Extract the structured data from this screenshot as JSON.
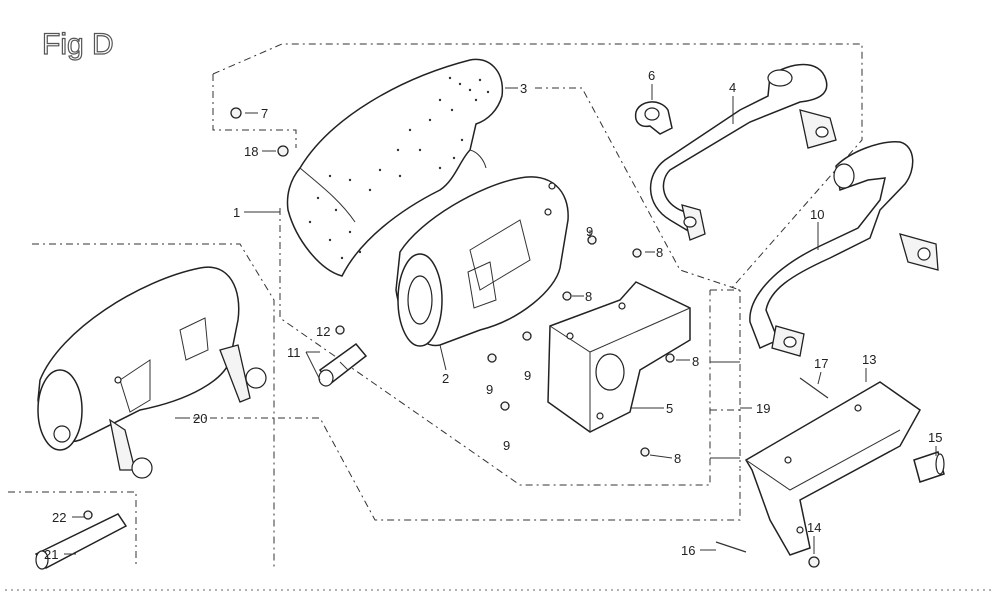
{
  "figure": {
    "title": "Fig D"
  },
  "labels": {
    "p1": "1",
    "p2": "2",
    "p3": "3",
    "p4": "4",
    "p5": "5",
    "p6": "6",
    "p7": "7",
    "p8a": "8",
    "p8b": "8",
    "p8c": "8",
    "p8d": "8",
    "p9a": "9",
    "p9b": "9",
    "p9c": "9",
    "p9d": "9",
    "p10": "10",
    "p11": "11",
    "p12": "12",
    "p13": "13",
    "p14": "14",
    "p15": "15",
    "p16": "16",
    "p17": "17",
    "p18": "18",
    "p19": "19",
    "p20": "20",
    "p21": "21",
    "p22": "22"
  }
}
